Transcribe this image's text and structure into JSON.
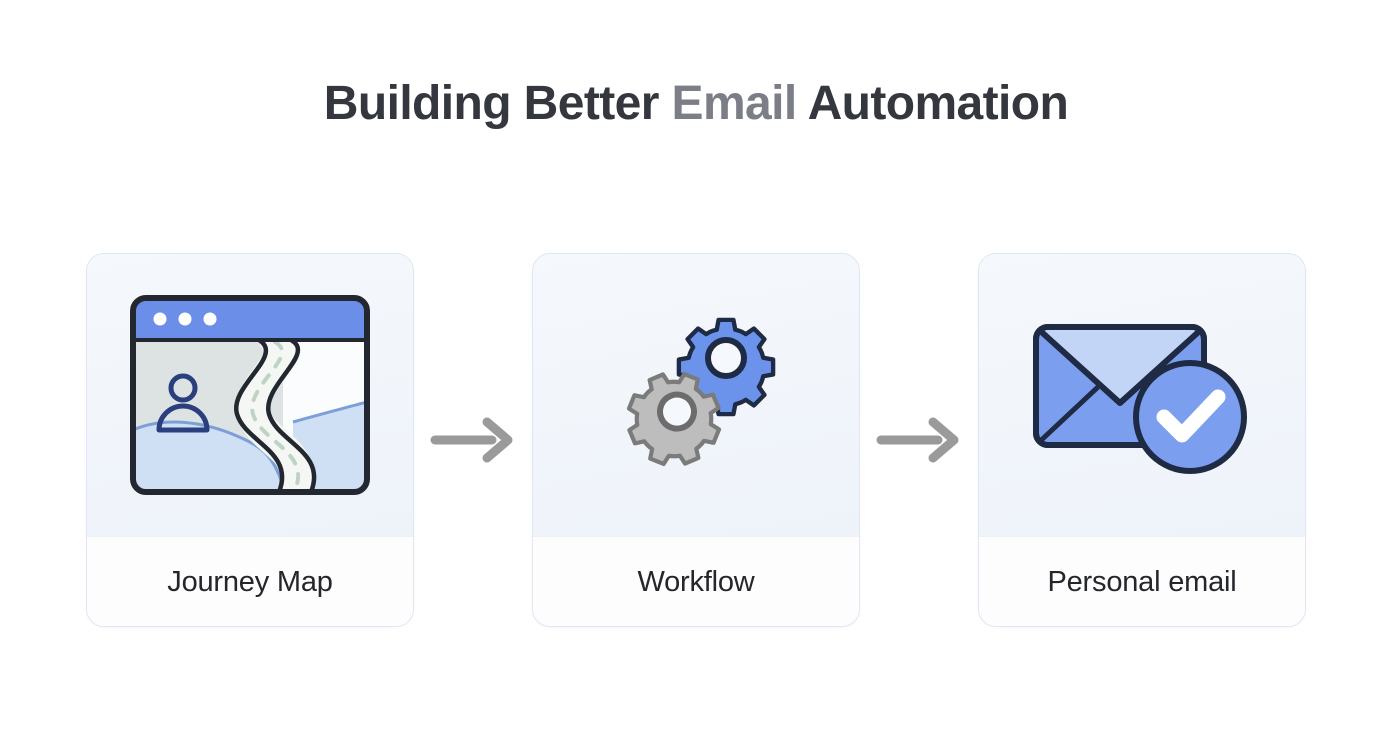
{
  "title": {
    "part1": "Building Better ",
    "accent": "Email",
    "part2": " Automation",
    "full_text": "Building Better Email Automation",
    "color_main": "#34373e",
    "color_accent": "#7b7e86"
  },
  "colors": {
    "background": "#ffffff",
    "card_background": "#f3f6fb",
    "card_border": "#dfe7f2",
    "card_label_background": "#fdfdfe",
    "label_text": "#24262b",
    "arrow": "#9a9a9a",
    "icon_outline": "#1f2a44",
    "brand_blue": "#5b86e5",
    "brand_blue_light": "#b9cdf4",
    "gear_gray": "#bcbcbc",
    "gear_gray_outline": "#7a7a7a",
    "map_water": "#cfe0f5",
    "map_land": "#dde3e3",
    "road_fill": "#f4f7f3",
    "road_dash": "#bfd3c5",
    "person": "#2a3f7e"
  },
  "flow": {
    "steps": [
      {
        "id": "journey-map",
        "label": "Journey Map",
        "icon": "journey-map-icon",
        "icon_description": "browser window showing a map with a winding dashed road, water regions and a person marker"
      },
      {
        "id": "workflow",
        "label": "Workflow",
        "icon": "gears-icon",
        "icon_description": "two interlocking gears, one blue and one gray"
      },
      {
        "id": "personal-email",
        "label": "Personal email",
        "icon": "email-verified-icon",
        "icon_description": "envelope with a blue circular checkmark badge"
      }
    ],
    "connectors": [
      {
        "id": "connector-1",
        "icon": "arrow-right-icon"
      },
      {
        "id": "connector-2",
        "icon": "arrow-right-icon"
      }
    ]
  }
}
